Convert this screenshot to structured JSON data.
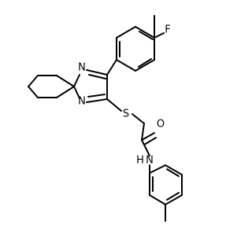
{
  "molecule": {
    "labels": {
      "fluorine": "F",
      "nitrogen_upper": "N",
      "nitrogen_lower": "N",
      "sulfur": "S",
      "oxygen": "O",
      "amide_nitrogen": "N",
      "amide_hydrogen": "H"
    },
    "colors": {
      "bond": "#000000",
      "background": "#ffffff"
    }
  }
}
